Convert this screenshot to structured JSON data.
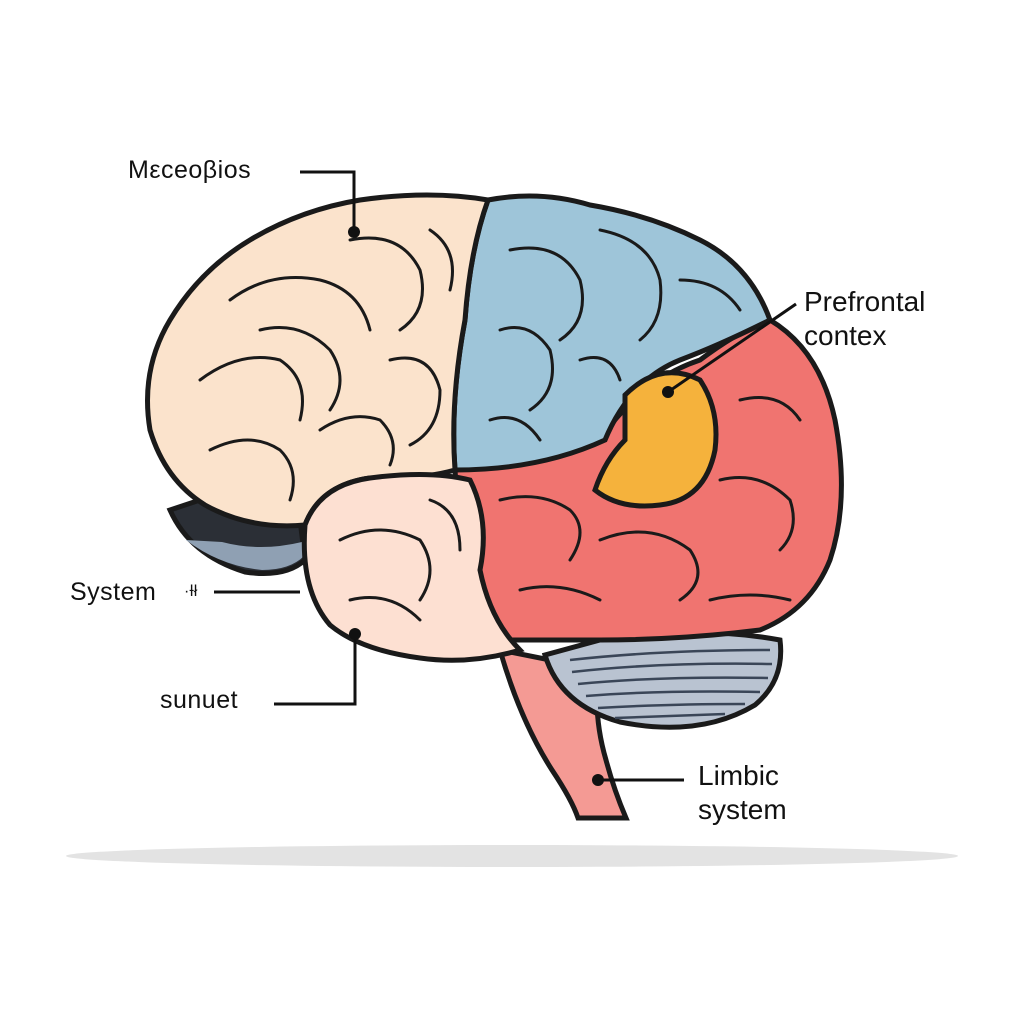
{
  "labels": {
    "macro": "Mεceoβios",
    "prefrontal_line1": "Prefrontal",
    "prefrontal_line2": "contex",
    "system": "System",
    "system_mark": "·Ɨł",
    "sunuet": "sunuet",
    "limbic_line1": "Limbic",
    "limbic_line2": "system"
  },
  "colors": {
    "cream_region": "#fbe3cc",
    "blue_region": "#9ec5d9",
    "red_region": "#f07470",
    "orange_region": "#f5b23c",
    "temporal_region": "#fde0d2",
    "cerebellum": "#b9c3d1",
    "brainstem": "#f49a94",
    "outline": "#1a1a1a",
    "shadow": "#e3e3e3"
  }
}
